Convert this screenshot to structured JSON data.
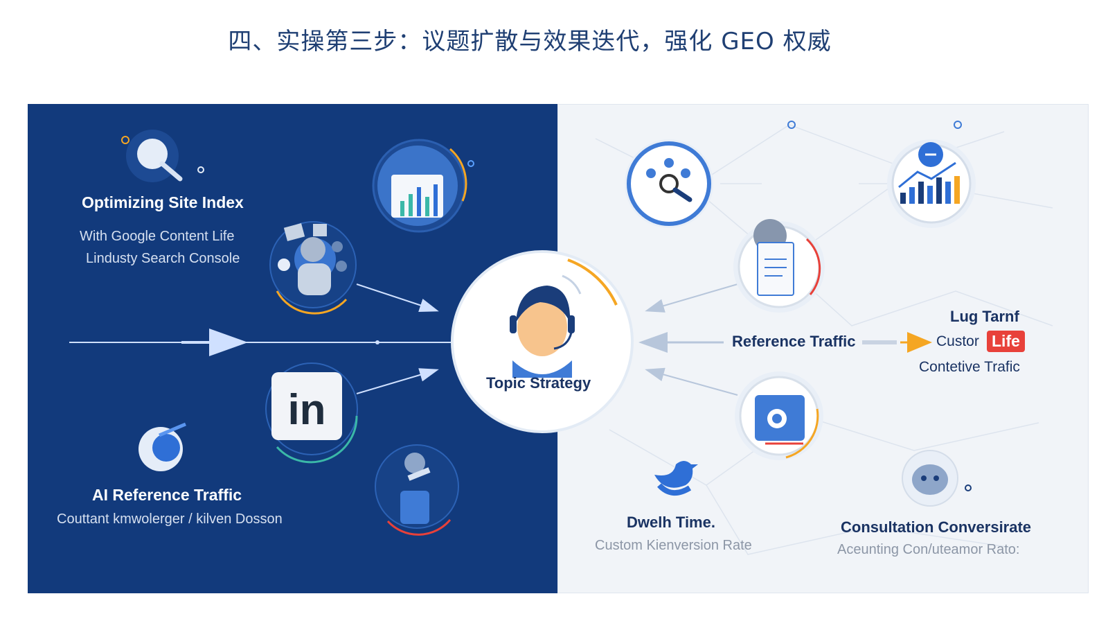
{
  "title": "四、实操第三步：议题扩散与效果迭代，强化 GEO 权威",
  "left": {
    "site_index_title": "Optimizing Site Index",
    "site_index_sub1": "With Google Content Life",
    "site_index_sub2": "Lindusty Search Console",
    "ai_ref_title": "AI Reference Traffic",
    "ai_ref_sub": "Couttant kmwolerger / kilven Dosson",
    "linkedin_logo": "in"
  },
  "center": {
    "label": "Topic Strategy"
  },
  "right": {
    "reference_traffic": "Reference Traffic",
    "lug_tarnf": "Lug Tarnf",
    "custor": "Custor",
    "life_badge": "Life",
    "contetive": "Contetive Trafic",
    "dwell_title": "Dwelh Time.",
    "dwell_sub": "Custom Kienversion Rate",
    "consult_title": "Consultation Conversirate",
    "consult_sub": "Aceunting Con/uteamor Rato:"
  },
  "colors": {
    "navy": "#123a7c",
    "title": "#1f3f73",
    "accent_blue": "#2f6fd6",
    "accent_orange": "#f5a623",
    "accent_red": "#e8413a"
  },
  "icons": [
    "magnifier-icon",
    "chart-dashboard-icon",
    "person-gears-icon",
    "linkedin-icon",
    "globe-pin-icon",
    "document-person-icon",
    "headset-person-icon",
    "compass-search-icon",
    "growth-chart-icon",
    "document-reader-icon",
    "search-document-icon",
    "twitter-bird-icon",
    "robot-icon"
  ]
}
